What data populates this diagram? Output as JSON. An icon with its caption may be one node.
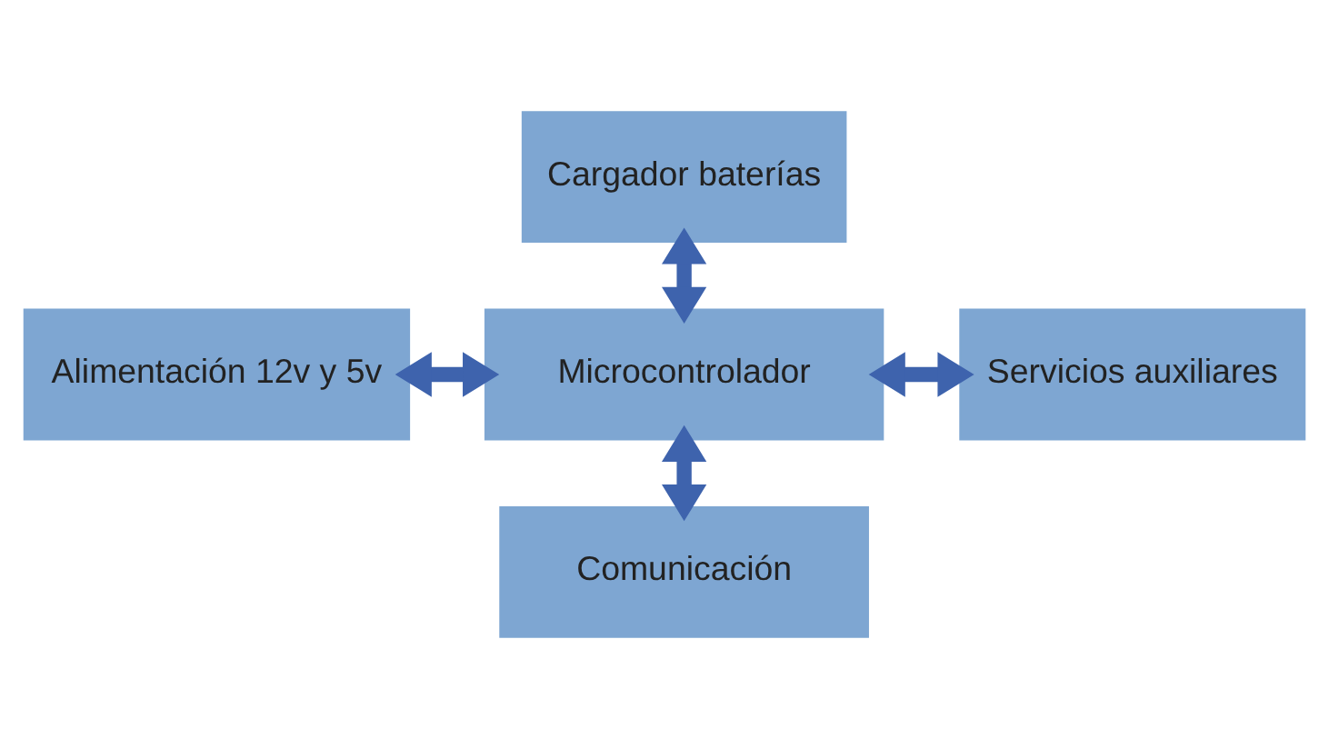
{
  "diagram": {
    "nodes": [
      {
        "text": [
          "Cargador baterías"
        ]
      },
      {
        "text": [
          "Alimentación 12v y 5v"
        ]
      },
      {
        "text": [
          "Microcontrolador"
        ]
      },
      {
        "text": [
          "Servicios auxiliares"
        ]
      },
      {
        "text": [
          "Comunicación"
        ]
      }
    ],
    "edges": [
      {
        "from": 0,
        "to": 2,
        "arrow": "both"
      },
      {
        "from": 1,
        "to": 2,
        "arrow": "both"
      },
      {
        "from": 2,
        "to": 3,
        "arrow": "both"
      },
      {
        "from": 2,
        "to": 4,
        "arrow": "both"
      }
    ]
  }
}
